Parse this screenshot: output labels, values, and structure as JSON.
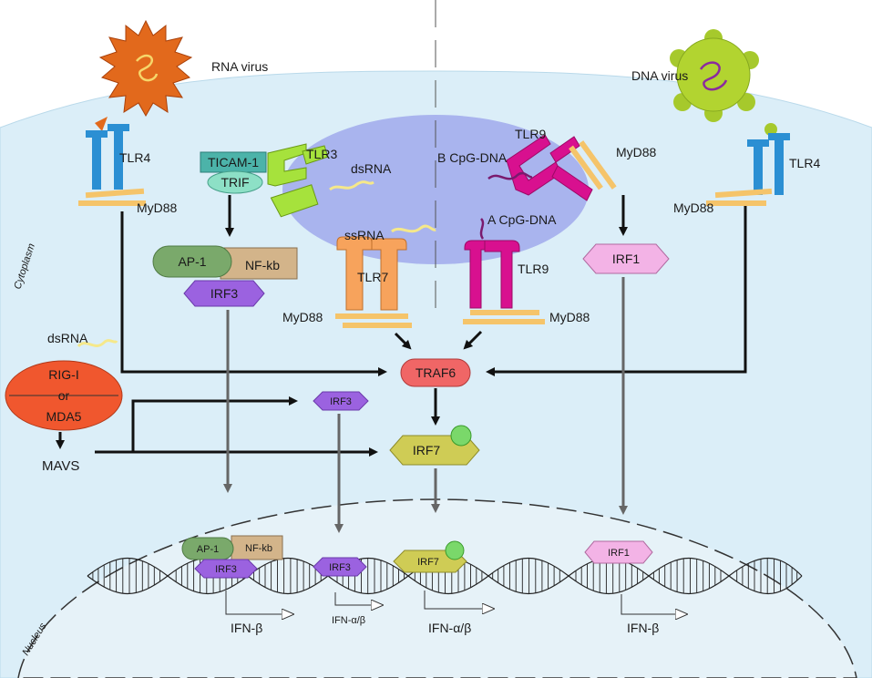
{
  "labels": {
    "rna_virus": "RNA virus",
    "dna_virus": "DNA virus",
    "cytoplasm": "Cytoplasm",
    "nucleus": "Nucleus",
    "tlr4_left": "TLR4",
    "tlr4_right": "TLR4",
    "tlr3": "TLR3",
    "tlr7": "TLR7",
    "tlr9_top": "TLR9",
    "tlr9_mid": "TLR9",
    "myd88_left": "MyD88",
    "myd88_right": "MyD88",
    "myd88_tlr7": "MyD88",
    "myd88_tlr9": "MyD88",
    "myd88_top": "MyD88",
    "ticam1": "TICAM-1",
    "trif": "TRIF",
    "dsrna_tlr3": "dsRNA",
    "dsrna_rig": "dsRNA",
    "ssrna": "ssRNA",
    "b_cpg": "B CpG-DNA",
    "a_cpg": "A CpG-DNA",
    "ap1": "AP-1",
    "nfkb": "NF-kb",
    "irf3": "IRF3",
    "irf1": "IRF1",
    "traf6": "TRAF6",
    "irf3_mid": "IRF3",
    "irf7": "IRF7",
    "rig_i": "RIG-I",
    "or": "or",
    "mda5": "MDA5",
    "mavs": "MAVS",
    "n_ap1": "AP-1",
    "n_nfkb": "NF-kb",
    "n_irf3a": "IRF3",
    "n_irf3b": "IRF3",
    "n_irf7": "IRF7",
    "n_irf1": "IRF1",
    "ifn_beta_1": "IFN-β",
    "ifn_ab_small": "IFN-α/β",
    "ifn_ab": "IFN-α/β",
    "ifn_beta_2": "IFN-β"
  },
  "colors": {
    "cytoplasm": "#dbeef8",
    "nucleus": "#e6f2f8",
    "endosome": "#a9b4ee",
    "tlr4": "#2b8fd3",
    "tlr3": "#a6e23c",
    "tlr7": "#f7a35c",
    "tlr9": "#d8108f",
    "myd88": "#f5c46a",
    "ticam": "#4cb3a9",
    "trif": "#8de0c6",
    "ap1": "#7aa96b",
    "nfkb": "#d3b48a",
    "irf3": "#9b62e0",
    "irf1": "#f3b3e6",
    "traf6": "#f06666",
    "irf7": "#cfcc55",
    "rig": "#f0572e",
    "rna_virus": "#e2691c",
    "dna_virus": "#a6c92c",
    "arrow_black": "#111111",
    "arrow_gray": "#666666"
  }
}
